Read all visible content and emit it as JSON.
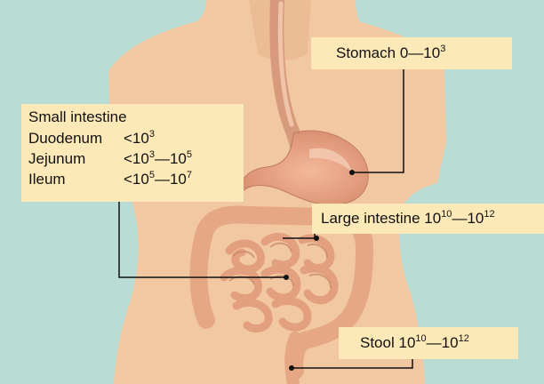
{
  "labels": {
    "stomach": {
      "name": "Stomach",
      "value": "0—10",
      "exp": "3"
    },
    "large_intestine": {
      "name": "Large intestine",
      "base1": "10",
      "exp1": "10",
      "dash": "—",
      "base2": "10",
      "exp2": "12"
    },
    "stool": {
      "name": "Stool",
      "base1": "10",
      "exp1": "10",
      "dash": "—",
      "base2": "10",
      "exp2": "12"
    },
    "small_intestine": {
      "title": "Small intestine",
      "rows": [
        {
          "segment": "Duodenum",
          "pre": "<10",
          "exp1": "3",
          "mid": "",
          "exp2": ""
        },
        {
          "segment": "Jejunum",
          "pre": "<10",
          "exp1": "3",
          "mid": "—10",
          "exp2": "5"
        },
        {
          "segment": "Ileum",
          "pre": "<10",
          "exp1": "5",
          "mid": "—10",
          "exp2": "7"
        }
      ]
    }
  },
  "colors": {
    "background": "#b9dcd4",
    "body": "#f2c8a2",
    "label_fill": "#fde9b8",
    "leader_line": "#111111",
    "intestine": "#e3a07e"
  }
}
